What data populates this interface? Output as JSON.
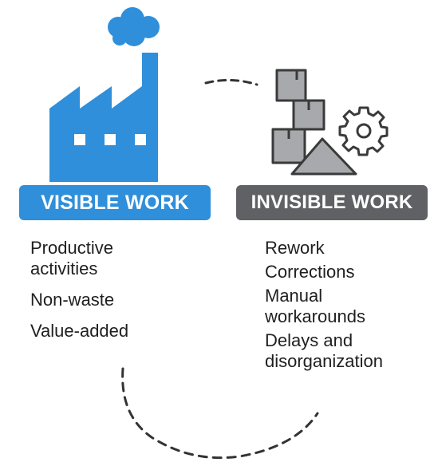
{
  "visible": {
    "label": "VISIBLE WORK",
    "items": [
      "Productive",
      "activities",
      "Non-waste",
      "Value-added"
    ]
  },
  "invisible": {
    "label": "INVISIBLE WORK",
    "items": [
      "Rework",
      "Corrections",
      "Manual",
      "workarounds",
      "Delays and",
      "disorganization"
    ]
  },
  "icons": {
    "factory": "factory-icon",
    "smoke": "smoke-cloud-icon",
    "boxes": "stacked-boxes-icon",
    "gear": "gear-icon",
    "pile": "triangle-pile-icon"
  },
  "colors": {
    "visible_accent": "#2f8fda",
    "invisible_accent": "#5f6164",
    "invisible_icon_fill": "#a7a9ac",
    "line": "#333333"
  }
}
